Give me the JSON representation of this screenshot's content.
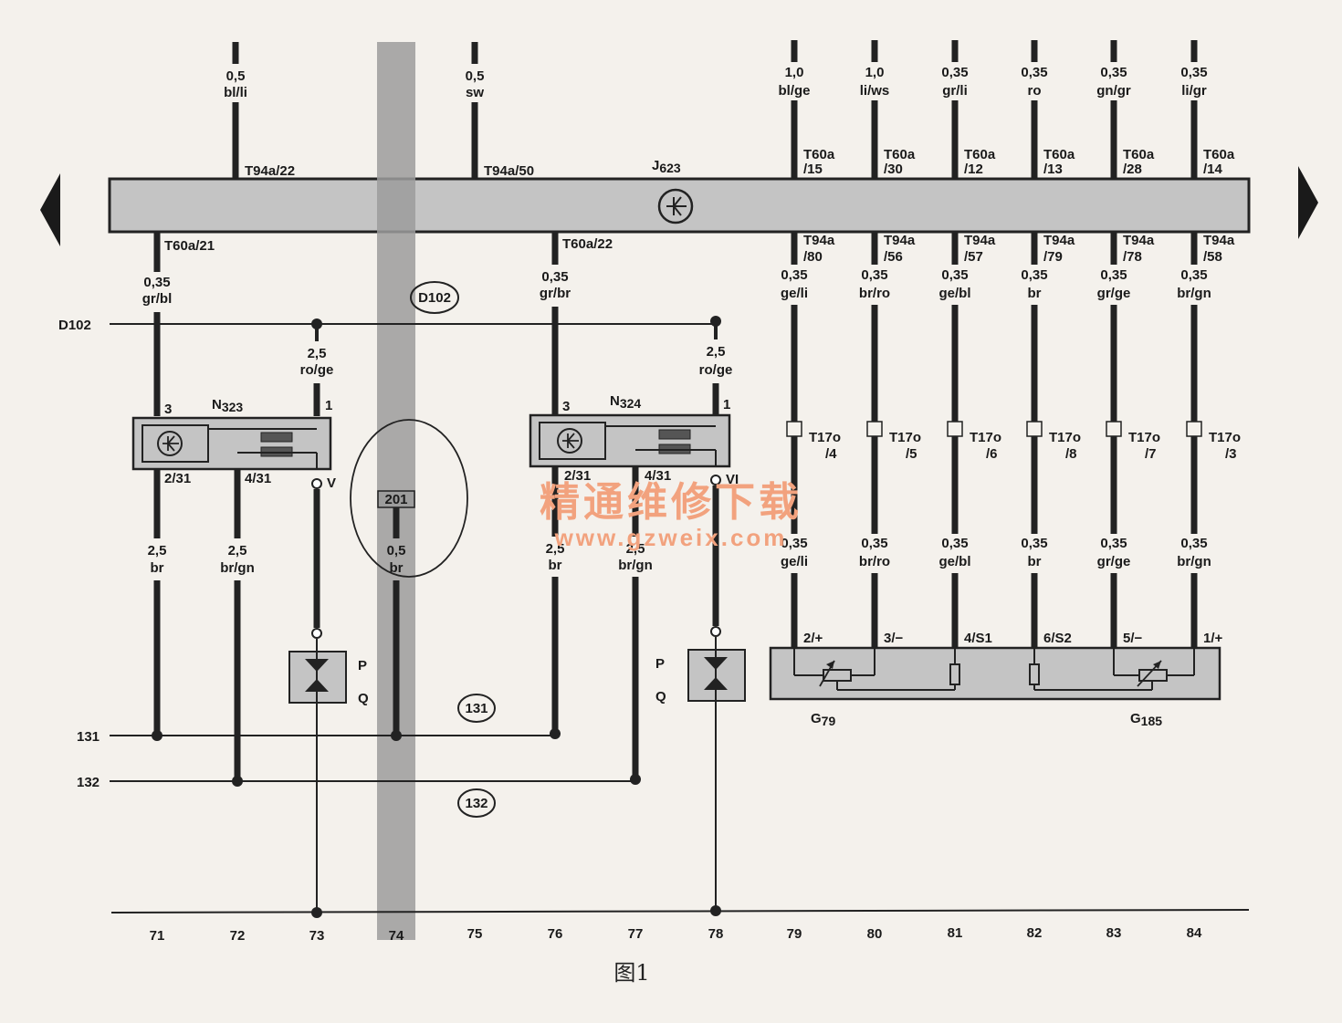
{
  "connector_labels": [
    "T94a/22",
    "T94a/50",
    "T60a/21",
    "T60a/22"
  ],
  "upper_wires": [
    {
      "size": "0,5",
      "color": "bl/li"
    },
    {
      "size": "0,5",
      "color": "sw"
    },
    {
      "size": "1,0",
      "color": "bl/ge"
    },
    {
      "size": "1,0",
      "color": "li/ws"
    },
    {
      "size": "0,35",
      "color": "gr/li"
    },
    {
      "size": "0,35",
      "color": "ro"
    },
    {
      "size": "0,35",
      "color": "gn/gr"
    },
    {
      "size": "0,35",
      "color": "li/gr"
    }
  ],
  "t60_pins": [
    {
      "a": "T60a",
      "b": "/15"
    },
    {
      "a": "T60a",
      "b": "/30"
    },
    {
      "a": "T60a",
      "b": "/12"
    },
    {
      "a": "T60a",
      "b": "/13"
    },
    {
      "a": "T60a",
      "b": "/28"
    },
    {
      "a": "T60a",
      "b": "/14"
    }
  ],
  "t94_pins": [
    {
      "a": "T94a",
      "b": "/80"
    },
    {
      "a": "T94a",
      "b": "/56"
    },
    {
      "a": "T94a",
      "b": "/57"
    },
    {
      "a": "T94a",
      "b": "/79"
    },
    {
      "a": "T94a",
      "b": "/78"
    },
    {
      "a": "T94a",
      "b": "/58"
    }
  ],
  "sensor_wires": [
    {
      "size": "0,35",
      "color": "ge/li"
    },
    {
      "size": "0,35",
      "color": "br/ro"
    },
    {
      "size": "0,35",
      "color": "ge/bl"
    },
    {
      "size": "0,35",
      "color": "br"
    },
    {
      "size": "0,35",
      "color": "gr/ge"
    },
    {
      "size": "0,35",
      "color": "br/gn"
    }
  ],
  "t17_labels": [
    {
      "name": "T17o",
      "pin": "/4"
    },
    {
      "name": "T17o",
      "pin": "/5"
    },
    {
      "name": "T17o",
      "pin": "/6"
    },
    {
      "name": "T17o",
      "pin": "/8"
    },
    {
      "name": "T17o",
      "pin": "/7"
    },
    {
      "name": "T17o",
      "pin": "/3"
    }
  ],
  "sensor_pins": [
    "2/+",
    "3/−",
    "4/S1",
    "6/S2",
    "5/−",
    "1/+"
  ],
  "j623": {
    "base": "J",
    "sub": "623"
  },
  "n323": {
    "base": "N",
    "sub": "323"
  },
  "n324": {
    "base": "N",
    "sub": "324"
  },
  "g79": {
    "base": "G",
    "sub": "79"
  },
  "g185": {
    "base": "G",
    "sub": "185"
  },
  "d102": {
    "left_label": "D102",
    "circle_label": "D102"
  },
  "left_wires": {
    "gr_bl": {
      "size": "0,35",
      "color": "gr/bl"
    },
    "gr_br": {
      "size": "0,35",
      "color": "gr/br"
    },
    "ro_ge_1": {
      "size": "2,5",
      "color": "ro/ge"
    },
    "ro_ge_2": {
      "size": "2,5",
      "color": "ro/ge"
    },
    "br_1": {
      "size": "2,5",
      "color": "br"
    },
    "br_gn_1": {
      "size": "2,5",
      "color": "br/gn"
    },
    "br_2": {
      "size": "2,5",
      "color": "br"
    },
    "br_gn_2": {
      "size": "2,5",
      "color": "br/gn"
    },
    "ground_wire": {
      "size": "0,5",
      "color": "br"
    }
  },
  "valve_pins": {
    "n323": [
      "3",
      "1",
      "2/31",
      "4/31",
      "V"
    ],
    "n324": [
      "3",
      "1",
      "2/31",
      "4/31",
      "VI"
    ]
  },
  "pq": {
    "p": "P",
    "q": "Q"
  },
  "ground_point": "201",
  "buses": {
    "a": "131",
    "b": "132"
  },
  "columns": [
    "71",
    "72",
    "73",
    "74",
    "75",
    "76",
    "77",
    "78",
    "79",
    "80",
    "81",
    "82",
    "83",
    "84"
  ],
  "watermark": {
    "cn": "精通维修下载",
    "url": "www.gzweix.com"
  },
  "caption": "图1"
}
